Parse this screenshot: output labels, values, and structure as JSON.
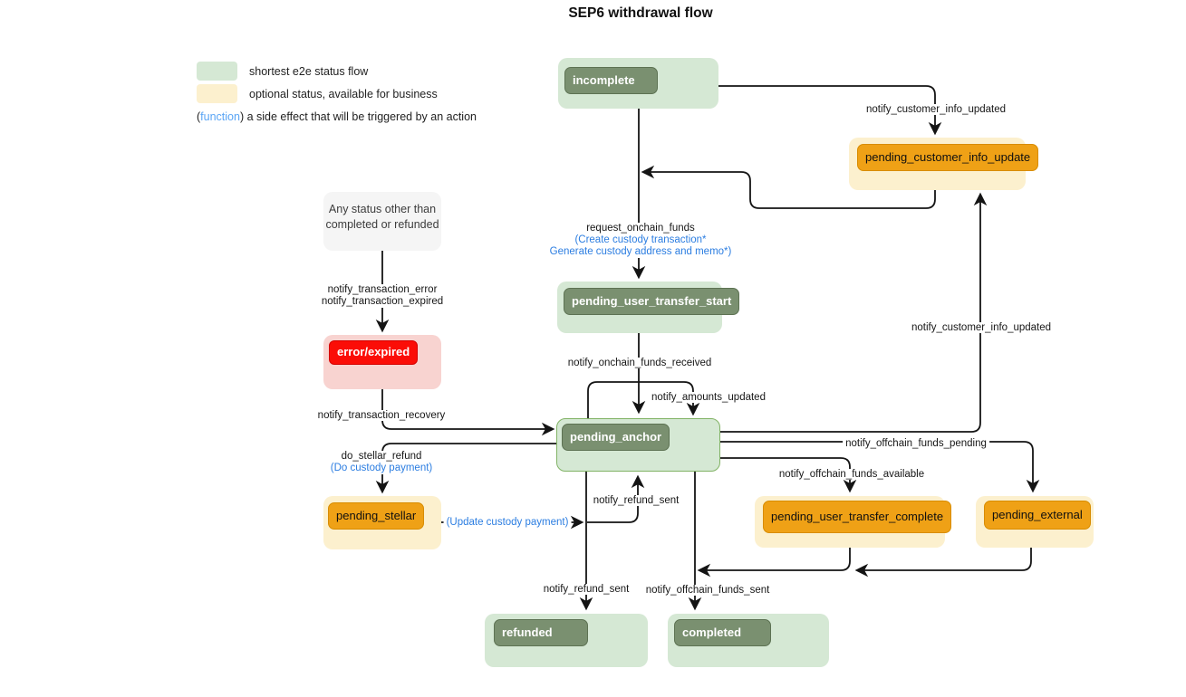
{
  "title": "SEP6 withdrawal flow",
  "legend": {
    "shortest": "shortest e2e status flow",
    "optional": "optional status, available for business",
    "function_open": "(",
    "function_word": "function",
    "function_close": ")",
    "function_desc": " a side effect that will be triggered by an action"
  },
  "note": {
    "line1": "Any status other than",
    "line2": "completed or refunded"
  },
  "nodes": {
    "incomplete": "incomplete",
    "pending_customer_info_update": "pending_customer_info_update",
    "pending_user_transfer_start": "pending_user_transfer_start",
    "pending_anchor": "pending_anchor",
    "error_expired": "error/expired",
    "pending_stellar": "pending_stellar",
    "pending_user_transfer_complete": "pending_user_transfer_complete",
    "pending_external": "pending_external",
    "refunded": "refunded",
    "completed": "completed"
  },
  "edge_labels": {
    "notify_customer_info_updated_top": "notify_customer_info_updated",
    "request_onchain_funds": "request_onchain_funds",
    "create_custody_tx": "(Create custody transaction*",
    "generate_custody": "Generate custody address and memo*)",
    "notify_transaction_error": "notify_transaction_error",
    "notify_transaction_expired": "notify_transaction_expired",
    "notify_transaction_recovery": "notify_transaction_recovery",
    "do_stellar_refund": "do_stellar_refund",
    "do_custody_payment": "(Do custody payment)",
    "update_custody_payment": "(Update custody payment)",
    "notify_refund_sent_up": "notify_refund_sent",
    "notify_refund_sent_down": "notify_refund_sent",
    "notify_onchain_funds_received": "notify_onchain_funds_received",
    "notify_amounts_updated": "notify_amounts_updated",
    "notify_offchain_funds_pending": "notify_offchain_funds_pending",
    "notify_offchain_funds_available": "notify_offchain_funds_available",
    "notify_customer_info_updated_right": "notify_customer_info_updated",
    "notify_offchain_funds_sent": "notify_offchain_funds_sent"
  },
  "colors": {
    "shortest_flow_fill": "#d5e8d4",
    "status_badge_green": "#7a9070",
    "optional_fill": "#fcf0ce",
    "optional_badge_orange": "#efa116",
    "error_fill": "#f8d3d0",
    "error_badge_red": "#fb0d07",
    "anchor_border_green": "#82b366",
    "edge_label_blue": "#2b7de1",
    "legend_function_blue": "#5aa5f5",
    "edge_line": "#141414"
  }
}
